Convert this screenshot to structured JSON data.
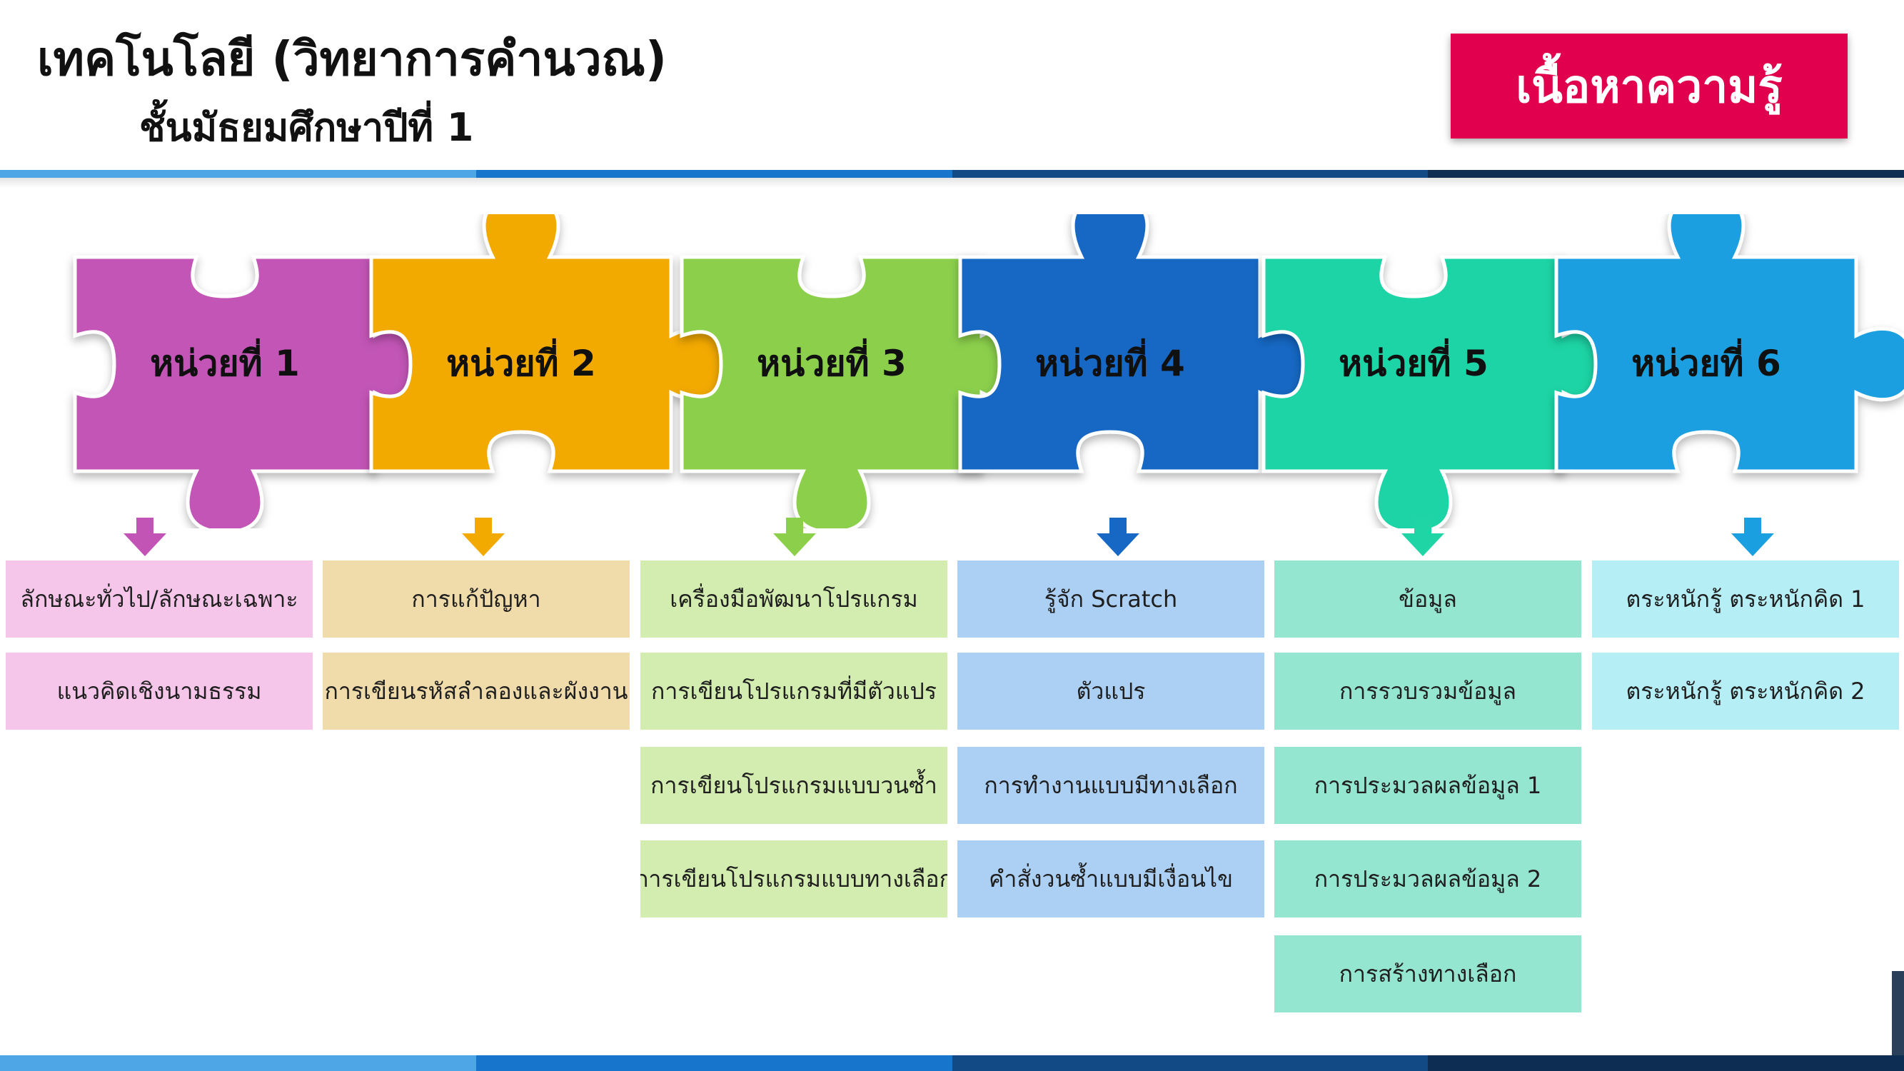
{
  "header": {
    "title": "เทคโนโลยี (วิทยาการคำนวณ)",
    "subtitle": "ชั้นมัธยมศึกษาปีที่ 1",
    "badge": "เนื้อหาความรู้"
  },
  "theme": {
    "badge_color": "#e0004d",
    "stripe_colors": [
      "#4ea6e6",
      "#1775cc",
      "#124a86",
      "#0d2e52"
    ]
  },
  "units": [
    {
      "label": "หน่วยที่ 1",
      "piece_color": "#c254b6",
      "box_color": "#f5c6ea",
      "items": [
        "ลักษณะทั่วไป/ลักษณะเฉพาะ",
        "แนวคิดเชิงนามธรรม"
      ]
    },
    {
      "label": "หน่วยที่ 2",
      "piece_color": "#f2a900",
      "box_color": "#f0dbaa",
      "items": [
        "การแก้ปัญหา",
        "การเขียนรหัสลำลองและผังงาน"
      ]
    },
    {
      "label": "หน่วยที่ 3",
      "piece_color": "#8bcf4b",
      "box_color": "#d3ecaf",
      "items": [
        "เครื่องมือพัฒนาโปรแกรม",
        "การเขียนโปรแกรมที่มีตัวแปร",
        "การเขียนโปรแกรมแบบวนซ้ำ",
        "การเขียนโปรแกรมแบบทางเลือก"
      ]
    },
    {
      "label": "หน่วยที่ 4",
      "piece_color": "#1668c4",
      "box_color": "#acd0f4",
      "items": [
        "รู้จัก Scratch",
        "ตัวแปร",
        "การทำงานแบบมีทางเลือก",
        "คำสั่งวนซ้ำแบบมีเงื่อนไข"
      ]
    },
    {
      "label": "หน่วยที่ 5",
      "piece_color": "#1fd4a5",
      "box_color": "#95e6d0",
      "items": [
        "ข้อมูล",
        "การรวบรวมข้อมูล",
        "การประมวลผลข้อมูล 1",
        "การประมวลผลข้อมูล 2",
        "การสร้างทางเลือก"
      ]
    },
    {
      "label": "หน่วยที่ 6",
      "piece_color": "#1a9fe0",
      "box_color": "#b6eef6",
      "items": [
        "ตระหนักรู้ ตระหนักคิด 1",
        "ตระหนักรู้ ตระหนักคิด 2"
      ]
    }
  ]
}
